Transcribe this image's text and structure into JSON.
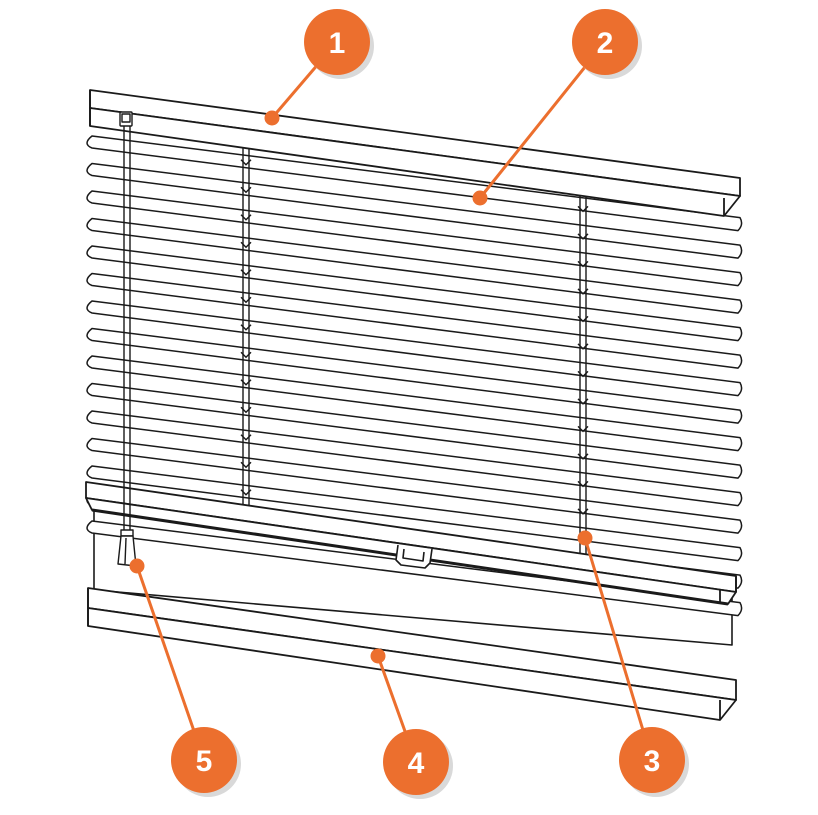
{
  "colors": {
    "accent": "#ec6f2e",
    "badge_shadow": "#d9d9d9",
    "outline": "#1a1a1a",
    "background": "#ffffff"
  },
  "callouts": [
    {
      "id": "1",
      "label": "1"
    },
    {
      "id": "2",
      "label": "2"
    },
    {
      "id": "3",
      "label": "3"
    },
    {
      "id": "4",
      "label": "4"
    },
    {
      "id": "5",
      "label": "5"
    }
  ]
}
